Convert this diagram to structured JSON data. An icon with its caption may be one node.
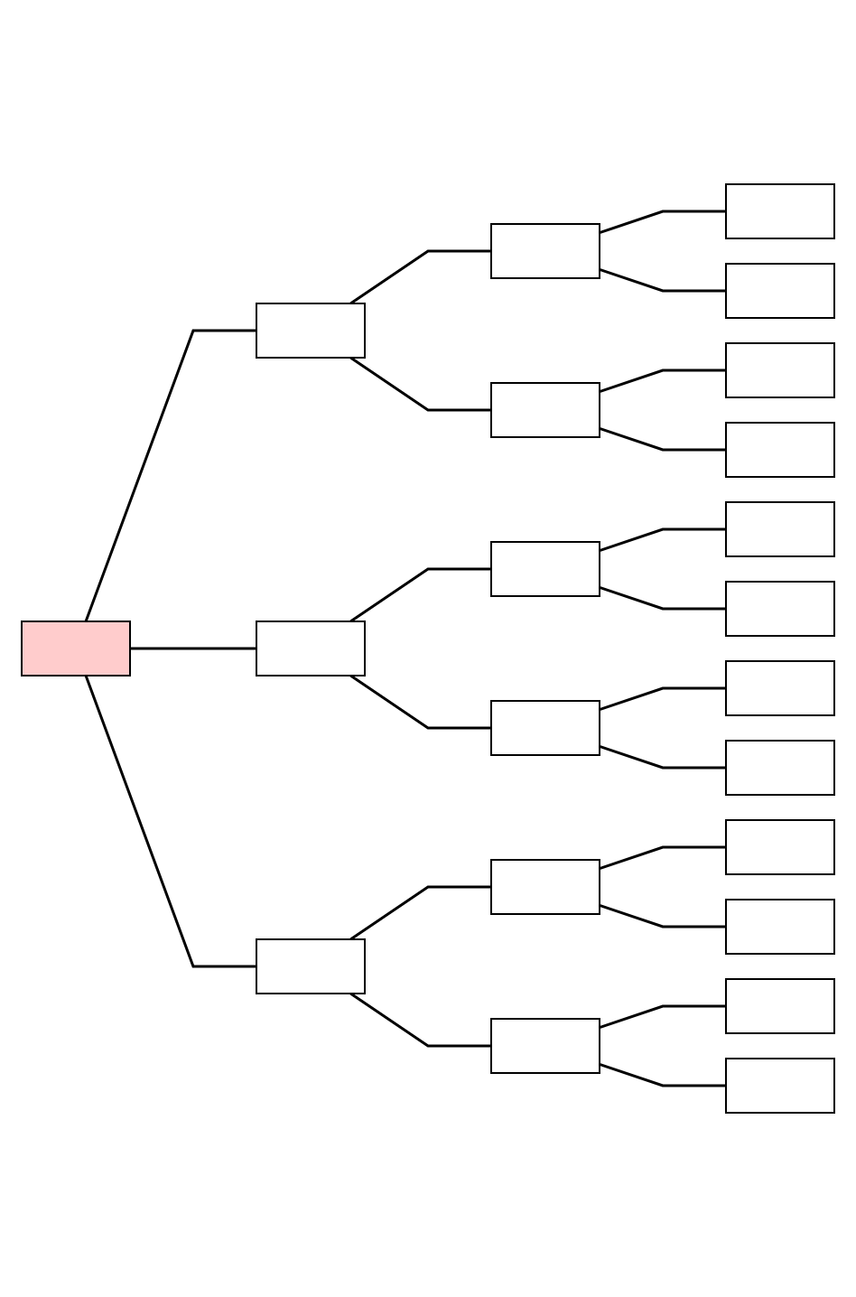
{
  "diagram": {
    "nodes": [
      {
        "text": [],
        "shape": "box"
      },
      {
        "text": [],
        "shape": "box"
      },
      {
        "text": [],
        "shape": "box"
      },
      {
        "text": [],
        "shape": "box"
      },
      {
        "text": [],
        "shape": "box"
      },
      {
        "text": [],
        "shape": "box"
      },
      {
        "text": [],
        "shape": "box"
      },
      {
        "text": [],
        "shape": "box"
      },
      {
        "text": [],
        "shape": "box"
      },
      {
        "text": [],
        "shape": "box"
      },
      {
        "text": [],
        "shape": "box"
      },
      {
        "text": [],
        "shape": "box"
      },
      {
        "text": [],
        "shape": "box"
      },
      {
        "text": [],
        "shape": "box"
      },
      {
        "text": [],
        "shape": "box"
      },
      {
        "text": [],
        "shape": "box"
      },
      {
        "text": [],
        "shape": "box"
      },
      {
        "text": [],
        "shape": "box"
      },
      {
        "text": [],
        "shape": "box"
      },
      {
        "text": [],
        "shape": "box"
      },
      {
        "text": [],
        "shape": "box"
      },
      {
        "text": [],
        "shape": "box"
      }
    ],
    "edges": [
      {
        "from": 0,
        "to": 1,
        "arrow": "none"
      },
      {
        "from": 0,
        "to": 2,
        "arrow": "none"
      },
      {
        "from": 0,
        "to": 3,
        "arrow": "none"
      },
      {
        "from": 1,
        "to": 4,
        "arrow": "none"
      },
      {
        "from": 1,
        "to": 5,
        "arrow": "none"
      },
      {
        "from": 2,
        "to": 6,
        "arrow": "none"
      },
      {
        "from": 2,
        "to": 7,
        "arrow": "none"
      },
      {
        "from": 3,
        "to": 8,
        "arrow": "none"
      },
      {
        "from": 3,
        "to": 9,
        "arrow": "none"
      },
      {
        "from": 4,
        "to": 10,
        "arrow": "none"
      },
      {
        "from": 4,
        "to": 11,
        "arrow": "none"
      },
      {
        "from": 5,
        "to": 12,
        "arrow": "none"
      },
      {
        "from": 5,
        "to": 13,
        "arrow": "none"
      },
      {
        "from": 6,
        "to": 14,
        "arrow": "none"
      },
      {
        "from": 6,
        "to": 15,
        "arrow": "none"
      },
      {
        "from": 7,
        "to": 16,
        "arrow": "none"
      },
      {
        "from": 7,
        "to": 17,
        "arrow": "none"
      },
      {
        "from": 8,
        "to": 18,
        "arrow": "none"
      },
      {
        "from": 8,
        "to": 19,
        "arrow": "none"
      },
      {
        "from": 9,
        "to": 20,
        "arrow": "none"
      },
      {
        "from": 9,
        "to": 21,
        "arrow": "none"
      }
    ]
  }
}
